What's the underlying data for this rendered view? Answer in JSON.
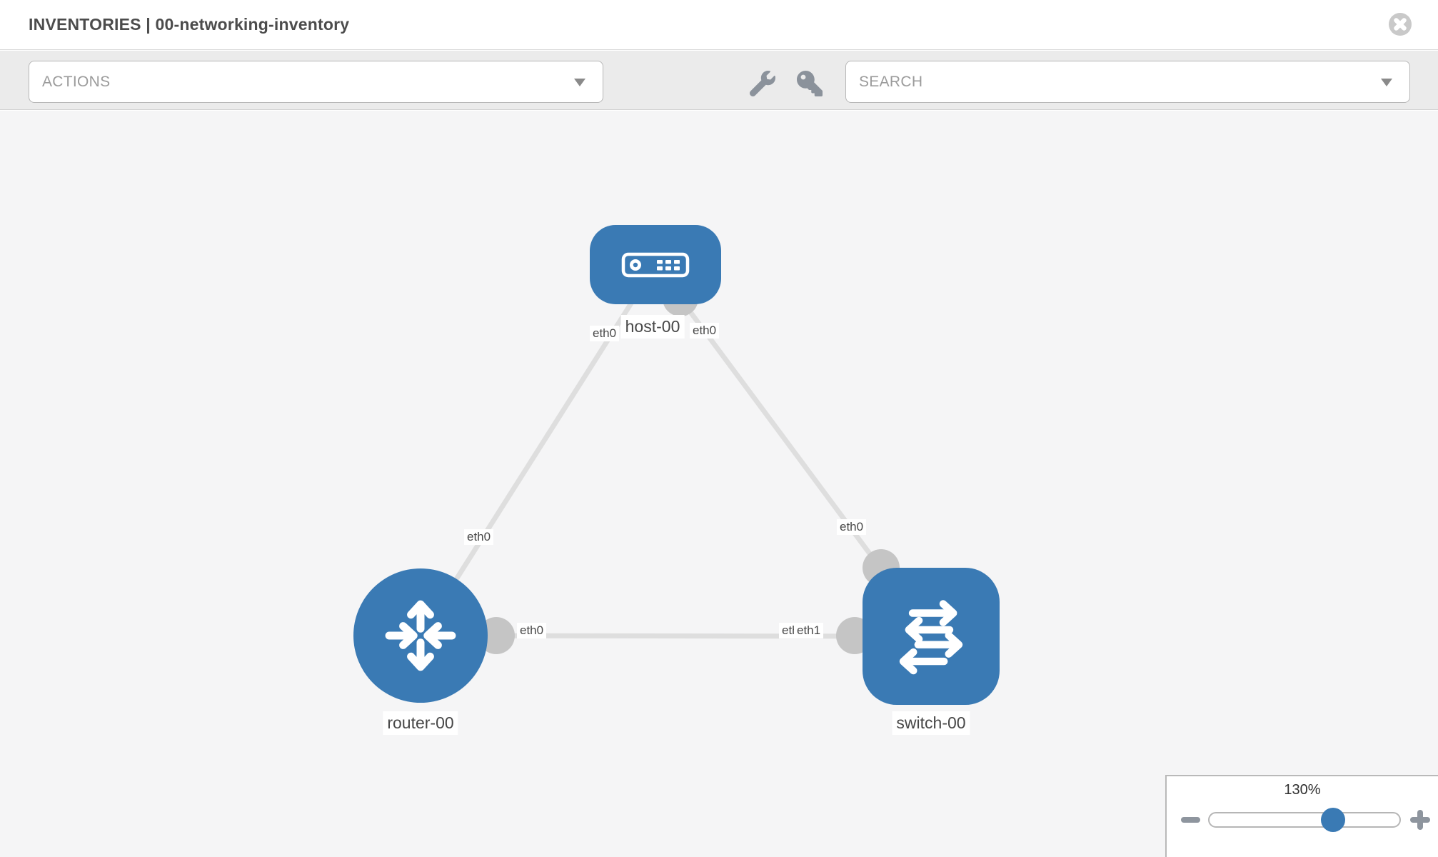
{
  "header": {
    "title": "INVENTORIES | 00-networking-inventory"
  },
  "toolbar": {
    "actions_label": "ACTIONS",
    "search_label": "SEARCH",
    "icons": [
      "wrench-icon",
      "key-icon"
    ]
  },
  "graph": {
    "nodes": [
      {
        "label": "host-00",
        "type": "host"
      },
      {
        "label": "router-00",
        "type": "router"
      },
      {
        "label": "switch-00",
        "type": "switch"
      }
    ],
    "iface_labels": [
      {
        "text": "eth0",
        "location": "host-bottom-left"
      },
      {
        "text": "eth0",
        "location": "host-bottom-right"
      },
      {
        "text": "eth0",
        "location": "router-uplink"
      },
      {
        "text": "eth0",
        "location": "switch-uplink"
      },
      {
        "text": "eth0",
        "location": "router-right"
      },
      {
        "text": "eth0",
        "location": "switch-left-back"
      },
      {
        "text": "eth1",
        "location": "switch-left-front"
      }
    ],
    "edges": [
      {
        "from": "host-00",
        "to": "router-00"
      },
      {
        "from": "host-00",
        "to": "switch-00"
      },
      {
        "from": "router-00",
        "to": "switch-00"
      }
    ]
  },
  "zoom_panel": {
    "level": "130%"
  },
  "colors": {
    "node_blue": "#3a7ab4",
    "edge_gray": "#dedede",
    "port_gray": "#c5c5c5",
    "canvas_bg": "#f5f5f6"
  }
}
